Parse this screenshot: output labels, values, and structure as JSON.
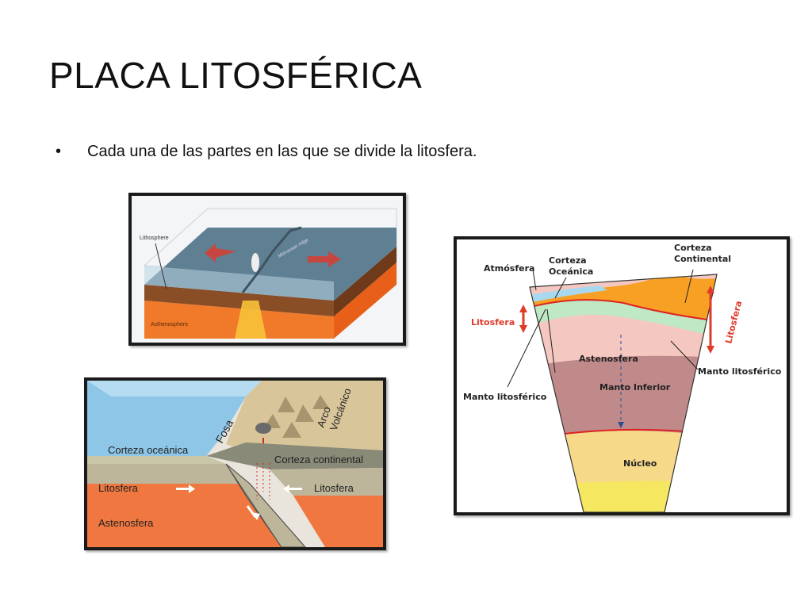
{
  "slide": {
    "title": "PLACA LITOSFÉRICA",
    "bullet": "Cada una de las partes en las que se divide la litosfera."
  },
  "figure1": {
    "lithosphere_label": "Lithosphere",
    "asthenosphere_label": "Asthenosphere",
    "ridge_label": "Mid-ocean ridge"
  },
  "figure2": {
    "corteza_oceanica": "Corteza oceánica",
    "corteza_continental": "Corteza continental",
    "litosfera_left": "Litosfera",
    "litosfera_right": "Litosfera",
    "astenosfera": "Astenosfera",
    "fosa": "Fosa",
    "arco_line1": "Arco",
    "arco_line2": "Volcánico"
  },
  "figure3": {
    "corteza_continental_1": "Corteza",
    "corteza_continental_2": "Continental",
    "corteza_oceanica_1": "Corteza",
    "corteza_oceanica_2": "Oceánica",
    "atmosfera": "Atmósfera",
    "litosfera_left": "Litosfera",
    "litosfera_right": "Litosfera",
    "astenosfera": "Astenosfera",
    "manto_litosferico_right": "Manto litosférico",
    "manto_litosferico_left": "Manto litosférico",
    "manto_inferior": "Manto Inferior",
    "nucleo": "Núcleo"
  },
  "colors": {
    "arrow_red": "#e03a2a",
    "ocean": "#8ec6e8",
    "asthenosphere": "#f07840"
  }
}
